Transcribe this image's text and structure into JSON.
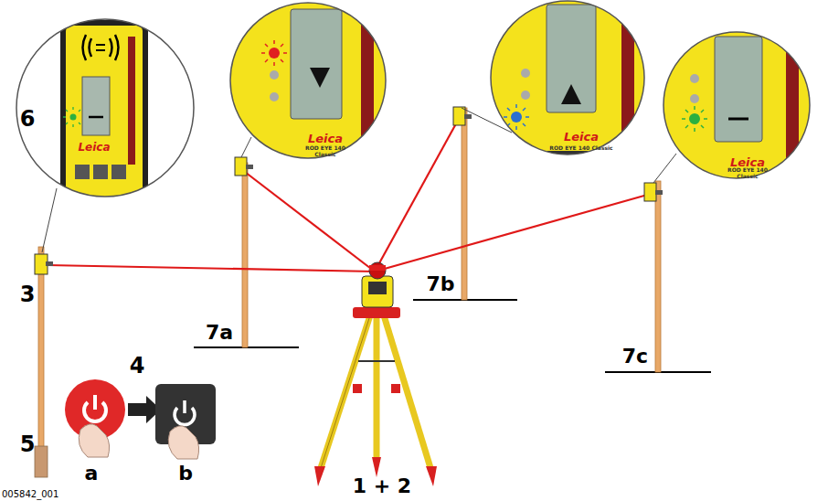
{
  "diagram": {
    "labels": [
      "6",
      "Leica",
      "Leica",
      "ROD EYE 140 Classic",
      "Leica",
      "ROD EYE 140 Classic",
      "Leica",
      "ROD EYE 140 Classic",
      "3",
      "7a",
      "7b",
      "7c",
      "4",
      "a",
      "b",
      "5",
      "1 + 2",
      "005842_001"
    ]
  }
}
